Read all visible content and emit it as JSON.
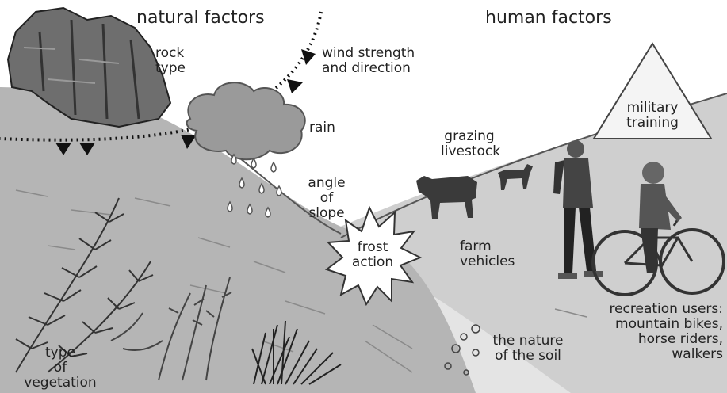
{
  "headings": {
    "natural": "natural factors",
    "human": "human factors"
  },
  "labels": {
    "rock_type": "rock\ntype",
    "wind": "wind strength\nand direction",
    "rain": "rain",
    "angle_of_slope": "angle\nof\nslope",
    "grazing_livestock": "grazing\nlivestock",
    "military_training": "military\ntraining",
    "frost_action": "frost\naction",
    "farm_vehicles": "farm\nvehicles",
    "recreation_users": "recreation users:\nmountain bikes,\nhorse riders,\nwalkers",
    "nature_of_soil": "the nature\nof the soil",
    "type_of_vegetation": "type\nof\nvegetation"
  },
  "colors": {
    "hillside": "#b5b5b5",
    "right_hill": "#cfcfcf",
    "valley": "#e4e4e4",
    "rock": "#6e6e6e",
    "cloud": "#9a9a9a",
    "ink": "#222222"
  },
  "icons": [
    "rock-outcrop-icon",
    "rain-cloud-icon",
    "raindrop-icon",
    "wind-arrow-icon",
    "cow-icon",
    "horse-icon",
    "walker-icon",
    "cyclist-icon",
    "frost-star-icon",
    "fern-icon",
    "heather-icon",
    "grass-tuft-icon",
    "soil-pebble-icon"
  ]
}
